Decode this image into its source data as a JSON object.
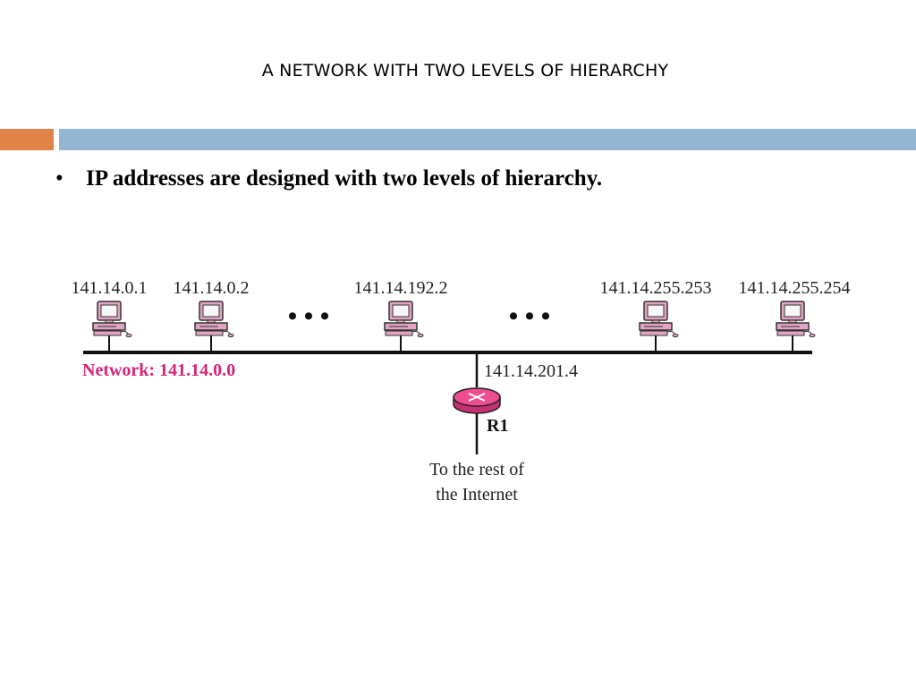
{
  "title": "A NETWORK WITH TWO LEVELS OF HIERARCHY",
  "colors": {
    "accent_orange": "#e0844a",
    "accent_blue": "#94b6d3",
    "network_label": "#d8237a",
    "router_pink": "#ee4d8f"
  },
  "bullet": {
    "symbol": "•",
    "text": "IP addresses are designed with two levels of hierarchy."
  },
  "diagram": {
    "hosts": [
      {
        "address": "141.14.0.1"
      },
      {
        "address": "141.14.0.2"
      },
      {
        "address": "141.14.192.2"
      },
      {
        "address": "141.14.255.253"
      },
      {
        "address": "141.14.255.254"
      }
    ],
    "ellipsis": "• • •",
    "network_label": "Network: 141.14.0.0",
    "router": {
      "interface_address": "141.14.201.4",
      "name": "R1",
      "icon": "router-icon"
    },
    "destination": [
      "To the rest of",
      "the Internet"
    ],
    "host_icon": "computer-icon"
  }
}
